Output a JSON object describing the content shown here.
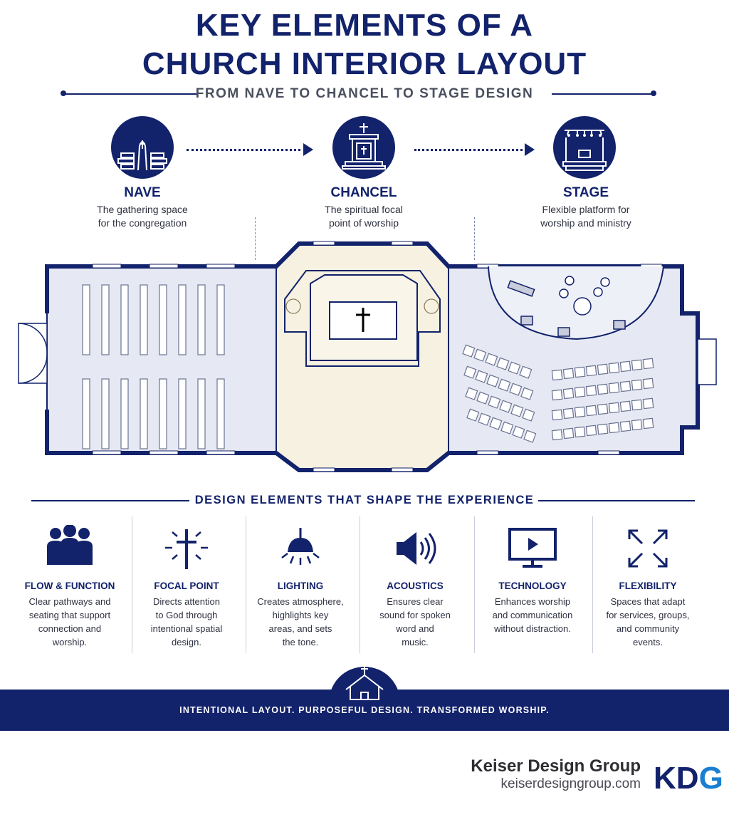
{
  "header": {
    "title_line1": "KEY ELEMENTS OF A",
    "title_line2": "CHURCH INTERIOR LAYOUT",
    "subtitle": "FROM NAVE TO CHANCEL TO STAGE DESIGN"
  },
  "phases": [
    {
      "title": "NAVE",
      "desc_line1": "The gathering space",
      "desc_line2": "for the congregation",
      "icon": "pews-icon"
    },
    {
      "title": "CHANCEL",
      "desc_line1": "The spiritual focal",
      "desc_line2": "point of worship",
      "icon": "altar-icon"
    },
    {
      "title": "STAGE",
      "desc_line1": "Flexible platform for",
      "desc_line2": "worship and ministry",
      "icon": "stage-icon"
    }
  ],
  "design_section": {
    "title": "DESIGN ELEMENTS THAT SHAPE THE EXPERIENCE",
    "elements": [
      {
        "title": "FLOW & FUNCTION",
        "lines": [
          "Clear pathways and",
          "seating that support",
          "connection and",
          "worship."
        ],
        "icon": "people-icon"
      },
      {
        "title": "FOCAL POINT",
        "lines": [
          "Directs attention",
          "to God through",
          "intentional spatial",
          "design."
        ],
        "icon": "cross-icon"
      },
      {
        "title": "LIGHTING",
        "lines": [
          "Creates atmosphere,",
          "highlights key",
          "areas, and sets",
          "the tone."
        ],
        "icon": "lamp-icon"
      },
      {
        "title": "ACOUSTICS",
        "lines": [
          "Ensures clear",
          "sound for spoken",
          "word and",
          "music."
        ],
        "icon": "speaker-icon"
      },
      {
        "title": "TECHNOLOGY",
        "lines": [
          "Enhances worship",
          "and communication",
          "without distraction."
        ],
        "icon": "monitor-icon"
      },
      {
        "title": "FLEXIBILITY",
        "lines": [
          "Spaces that adapt",
          "for services, groups,",
          "and community",
          "events."
        ],
        "icon": "expand-arrows-icon"
      }
    ]
  },
  "footer": {
    "tagline": "INTENTIONAL LAYOUT. PURPOSEFUL DESIGN. TRANSFORMED WORSHIP.",
    "brand_name": "Keiser Design Group",
    "brand_url": "keiserdesigngroup.com",
    "logo_text_1": "K",
    "logo_text_2": "D",
    "logo_text_3": "G"
  },
  "colors": {
    "navy": "#12226b",
    "floor_gray": "#e6e9f3",
    "chancel_cream": "#f6f1e0",
    "logo_blue": "#1a7fd1"
  }
}
